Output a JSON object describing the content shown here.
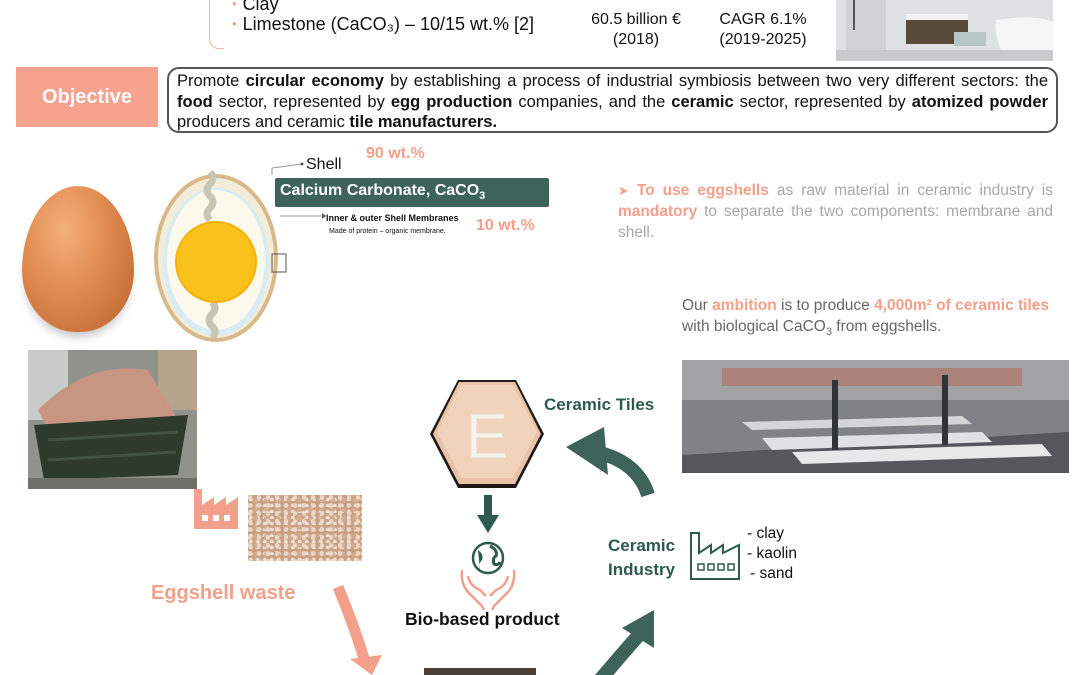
{
  "top": {
    "bullets": [
      "Clay",
      "Limestone (CaCO₃) – 10/15 wt.% [2]"
    ],
    "market_value": "60.5 billion €",
    "market_year": "(2018)",
    "cagr_value": "CAGR 6.1%",
    "cagr_period": "(2019-2025)"
  },
  "objective": {
    "tag": "Objective",
    "t1": "Promote ",
    "b1": "circular economy",
    "t2": " by establishing a process of industrial symbiosis between two very different sectors: the ",
    "b2": "food",
    "t3": " sector, represented by ",
    "b3": "egg production",
    "t4": " companies, and the ",
    "b4": "ceramic",
    "t5": " sector, represented by ",
    "b5": "atomized powder",
    "t6": " producers and ceramic ",
    "b6": "tile manufacturers."
  },
  "egg": {
    "shell": "Shell",
    "shell_pct": "90 wt.%",
    "caco3_main": "Calcium Carbonate, CaCO",
    "caco3_sub": "3",
    "membrane": "Inner & outer Shell Membranes",
    "membrane_note": "Made of protein – organic membrane.",
    "membrane_pct": "10 wt.%"
  },
  "separation": {
    "t1": "To use eggshells",
    "t2": " as raw material in ceramic industry is ",
    "t3": "mandatory",
    "t4": " to separate the two components: membrane and shell."
  },
  "ambition": {
    "t1": "Our ",
    "t2": "ambition",
    "t3": " is to produce ",
    "t4": "4,000m² of ceramic tiles",
    "t5": " with biological CaCO",
    "t6": "3",
    "t7": " from eggshells."
  },
  "cycle": {
    "ceramic_tiles": "Ceramic Tiles",
    "eggshell_waste": "Eggshell waste",
    "ceramic_industry_1": "Ceramic",
    "ceramic_industry_2": "Industry",
    "raw_materials": [
      "- clay",
      "- kaolin",
      "- sand"
    ],
    "bio_product": "Bio-based product",
    "tile_letter": "E"
  },
  "colors": {
    "salmon": "#f2a08b",
    "dark_green": "#2e5a4d",
    "objective_tag": "#f6a28e"
  }
}
